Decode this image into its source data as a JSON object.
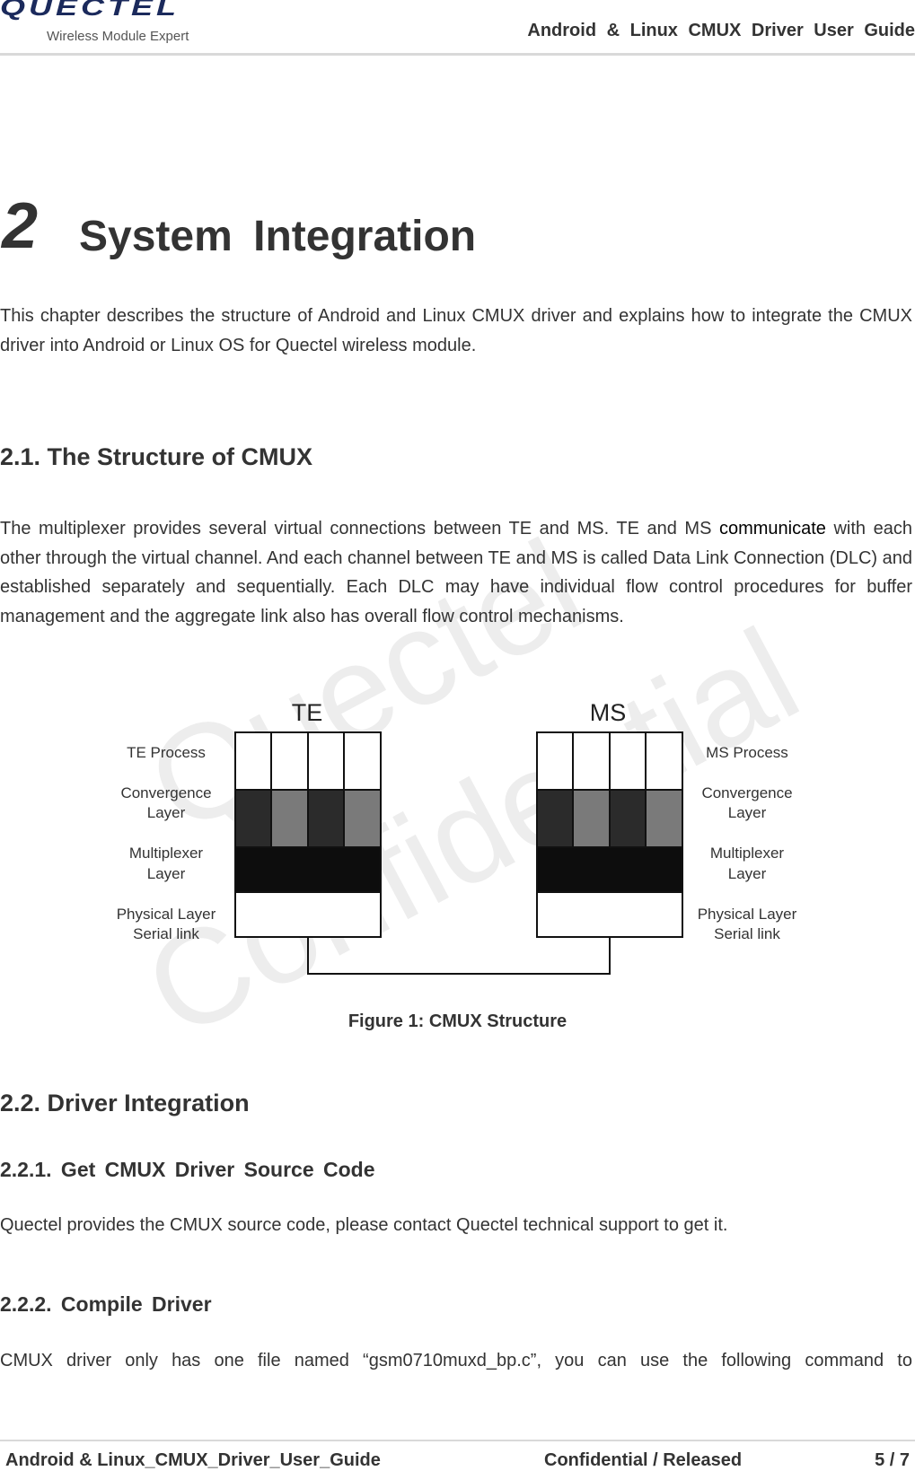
{
  "header": {
    "logo_text": "QUECTEL",
    "logo_tagline": "Wireless Module Expert",
    "doc_title": "Android & Linux CMUX Driver User Guide"
  },
  "chapter": {
    "number": "2",
    "title": "System Integration",
    "intro": "This chapter describes the structure of Android and Linux CMUX driver and explains how to integrate the CMUX driver into Android or Linux OS for Quectel wireless module."
  },
  "section_2_1": {
    "heading": "2.1. The Structure of CMUX",
    "para_part1": "The multiplexer provides several virtual connections between TE and MS. TE and MS ",
    "para_highlight": "communicate",
    "para_part2": " with each other through the virtual channel. And each channel between TE and MS is called Data Link Connection (DLC) and established separately and sequentially. Each DLC may have individual flow control procedures for buffer management and the aggregate link also has overall flow control mechanisms."
  },
  "figure": {
    "te_title": "TE",
    "ms_title": "MS",
    "te_labels": {
      "process": "TE Process",
      "convergence_1": "Convergence",
      "convergence_2": "Layer",
      "multiplexer_1": "Multiplexer",
      "multiplexer_2": "Layer",
      "physical_1": "Physical Layer",
      "physical_2": "Serial link"
    },
    "ms_labels": {
      "process": "MS Process",
      "convergence_1": "Convergence",
      "convergence_2": "Layer",
      "multiplexer_1": "Multiplexer",
      "multiplexer_2": "Layer",
      "physical_1": "Physical Layer",
      "physical_2": "Serial link"
    },
    "caption": "Figure 1: CMUX Structure",
    "colors": {
      "dark": "#2b2b2b",
      "gray": "#7a7a7a",
      "black": "#0d0d0d"
    }
  },
  "section_2_2": {
    "heading": "2.2. Driver Integration",
    "sub1_heading": "2.2.1.  Get CMUX Driver Source Code",
    "sub1_text": "Quectel provides the CMUX source code, please contact Quectel technical support to get it.",
    "sub2_heading": "2.2.2.  Compile Driver",
    "sub2_text": "CMUX driver only has one file named “gsm0710muxd_bp.c”, you can use the following command to"
  },
  "watermark": {
    "line1": "Quectel",
    "line2": "Confidential"
  },
  "footer": {
    "doc_name": "Android & Linux_CMUX_Driver_User_Guide",
    "status": "Confidential / Released",
    "page": "5 / 7"
  }
}
